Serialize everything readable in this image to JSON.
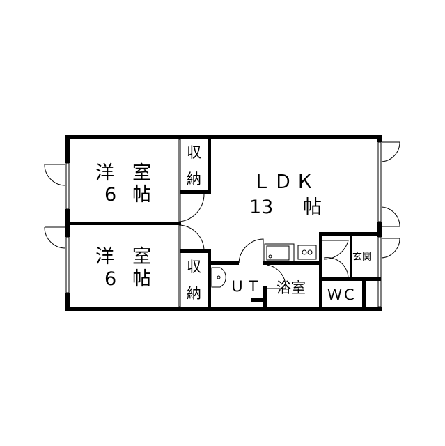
{
  "rooms": {
    "western_room_1": {
      "label_a": "洋",
      "label_b": "室",
      "size_num": "6",
      "size_unit": "帖"
    },
    "western_room_2": {
      "label_a": "洋",
      "label_b": "室",
      "size_num": "6",
      "size_unit": "帖"
    },
    "storage_1": {
      "label_a": "収",
      "label_b": "納"
    },
    "storage_2": {
      "label_a": "収",
      "label_b": "納"
    },
    "ldk": {
      "label": "ＬＤＫ",
      "size_num": "13",
      "size_unit": "帖"
    },
    "utility": {
      "label": "ＵＴ"
    },
    "bathroom": {
      "label": "浴室"
    },
    "toilet": {
      "label": "ＷＣ"
    },
    "entrance": {
      "label": "玄関"
    }
  }
}
